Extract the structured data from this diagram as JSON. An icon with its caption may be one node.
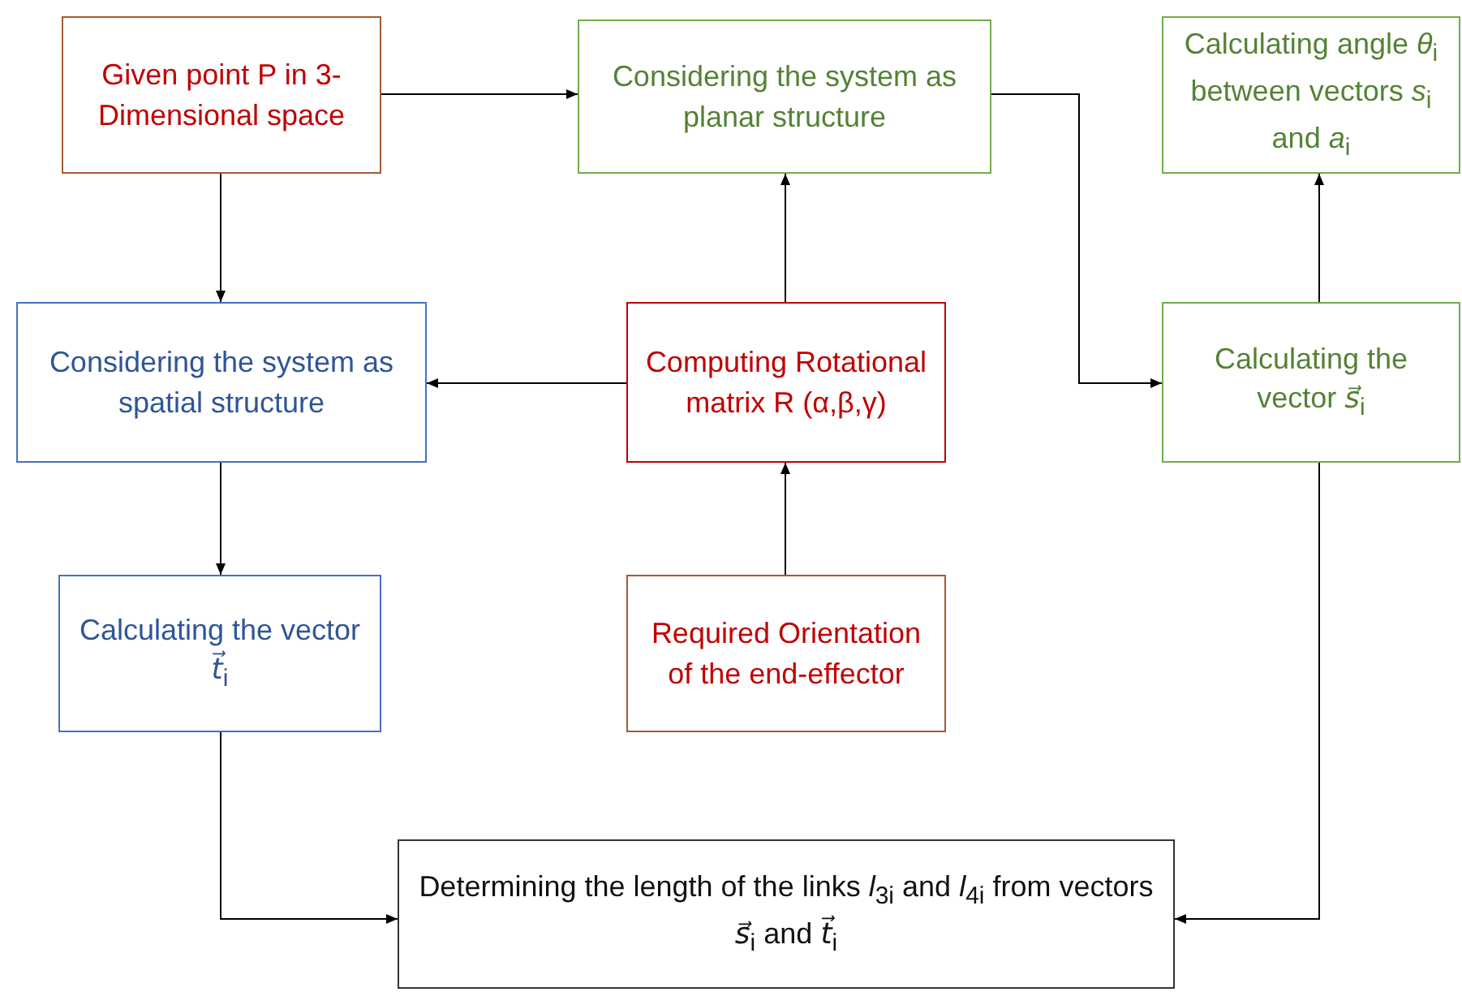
{
  "diagram": {
    "nodes": [
      {
        "text": [
          "Given point P in 3-Dimensional space"
        ]
      },
      {
        "text": [
          "Considering the system as planar structure"
        ]
      },
      {
        "text": [
          "Calculating angle *θ*$_{i}$ between vectors *s*$_{i}$ and *a*$_{i}$"
        ]
      },
      {
        "text": [
          "Considering the system as spatial structure"
        ]
      },
      {
        "text": [
          "Computing Rotational matrix R (α,β,γ)"
        ]
      },
      {
        "text": [
          "Calculating the vector *s⃗*$_{i}$"
        ]
      },
      {
        "text": [
          "Calculating the vector *t⃗*$_{i}$"
        ]
      },
      {
        "text": [
          "Required Orientation of the end-effector"
        ]
      },
      {
        "text": [
          "Determining the length of the links *l*$_{3i}$ and *l*$_{4i}$ from vectors *s⃗*$_{i}$ and *t⃗*$_{i}$"
        ]
      }
    ],
    "edges": [
      {
        "from": 0,
        "to": 1,
        "arrow": "to"
      },
      {
        "from": 0,
        "to": 3,
        "arrow": "to"
      },
      {
        "from": 4,
        "to": 3,
        "arrow": "to"
      },
      {
        "from": 4,
        "to": 1,
        "arrow": "to"
      },
      {
        "from": 7,
        "to": 4,
        "arrow": "to"
      },
      {
        "from": 1,
        "to": 5,
        "arrow": "to"
      },
      {
        "from": 5,
        "to": 2,
        "arrow": "to"
      },
      {
        "from": 3,
        "to": 6,
        "arrow": "to"
      },
      {
        "from": 6,
        "to": 8,
        "arrow": "to"
      },
      {
        "from": 5,
        "to": 8,
        "arrow": "to"
      }
    ]
  }
}
